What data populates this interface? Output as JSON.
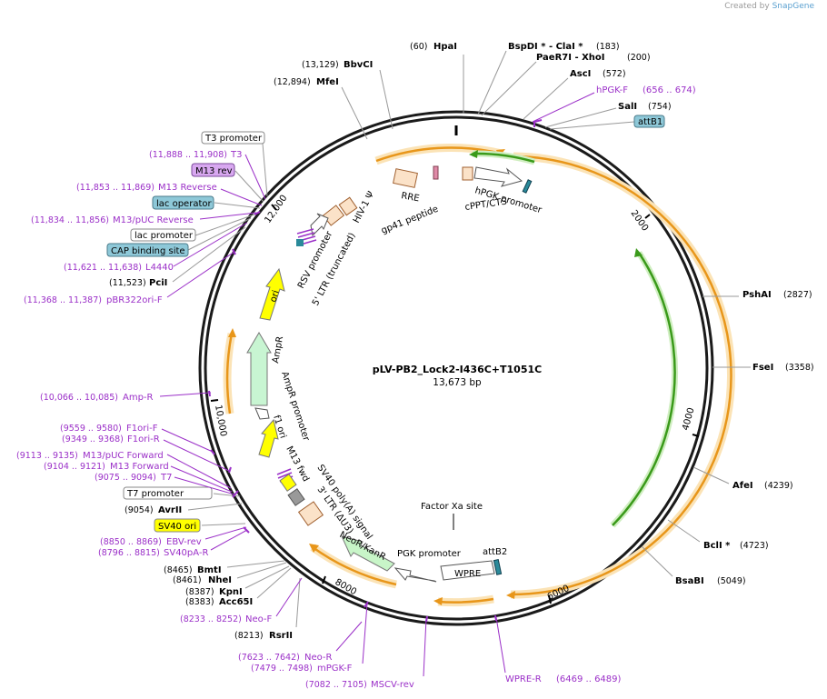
{
  "credit": {
    "prefix": "Created by",
    "brand": "SnapGene"
  },
  "plasmid": {
    "name": "pLV-PB2_Lock2-I436C+T1051C",
    "size": "13,673 bp"
  },
  "ticks": [
    "2000",
    "4000",
    "6000",
    "8000",
    "10,000",
    "12,000"
  ],
  "sites": [
    {
      "pos": "(60)",
      "name": "HpaI"
    },
    {
      "name": "BspDI * - ClaI *",
      "pos": "(183)"
    },
    {
      "name": "PaeR7I - XhoI",
      "pos": "(200)"
    },
    {
      "name": "AscI",
      "pos": "(572)"
    },
    {
      "name": "SalI",
      "pos": "(754)"
    },
    {
      "name": "PshAI",
      "pos": "(2827)"
    },
    {
      "name": "FseI",
      "pos": "(3358)"
    },
    {
      "name": "AfeI",
      "pos": "(4239)"
    },
    {
      "name": "BclI *",
      "pos": "(4723)"
    },
    {
      "name": "BsaBI",
      "pos": "(5049)"
    },
    {
      "pos": "(8213)",
      "name": "RsrII"
    },
    {
      "pos": "(8383)",
      "name": "Acc65I"
    },
    {
      "pos": "(8387)",
      "name": "KpnI"
    },
    {
      "pos": "(8461)",
      "name": "NheI"
    },
    {
      "pos": "(8465)",
      "name": "BmtI"
    },
    {
      "pos": "(9054)",
      "name": "AvrII"
    },
    {
      "pos": "(11,523)",
      "name": "PciI"
    },
    {
      "pos": "(12,894)",
      "name": "MfeI"
    },
    {
      "pos": "(13,129)",
      "name": "BbvCI"
    }
  ],
  "primers": [
    {
      "name": "hPGK-F",
      "pos": "(656 .. 674)"
    },
    {
      "name": "WPRE-R",
      "pos": "(6469 .. 6489)"
    },
    {
      "name": "MSCV-rev",
      "pos": "(7082 .. 7105)"
    },
    {
      "name": "mPGK-F",
      "pos": "(7479 .. 7498)"
    },
    {
      "name": "Neo-R",
      "pos": "(7623 .. 7642)"
    },
    {
      "name": "Neo-F",
      "pos": "(8233 .. 8252)"
    },
    {
      "name": "SV40pA-R",
      "pos": "(8796 .. 8815)"
    },
    {
      "name": "EBV-rev",
      "pos": "(8850 .. 8869)"
    },
    {
      "name": "T7",
      "pos": "(9075 .. 9094)"
    },
    {
      "name": "M13 Forward",
      "pos": "(9104 .. 9121)"
    },
    {
      "name": "M13/pUC Forward",
      "pos": "(9113 .. 9135)"
    },
    {
      "name": "F1ori-R",
      "pos": "(9349 .. 9368)"
    },
    {
      "name": "F1ori-F",
      "pos": "(9559 .. 9580)"
    },
    {
      "name": "Amp-R",
      "pos": "(10,066 .. 10,085)"
    },
    {
      "name": "pBR322ori-F",
      "pos": "(11,368 .. 11,387)"
    },
    {
      "name": "L4440",
      "pos": "(11,621 .. 11,638)"
    },
    {
      "name": "M13/pUC Reverse",
      "pos": "(11,834 .. 11,856)"
    },
    {
      "name": "M13 Reverse",
      "pos": "(11,853 .. 11,869)"
    },
    {
      "name": "T3",
      "pos": "(11,888 .. 11,908)"
    }
  ],
  "boxed": {
    "attB1": "attB1",
    "t3_promoter": "T3 promoter",
    "m13_rev": "M13 rev",
    "lac_operator": "lac operator",
    "lac_promoter": "lac promoter",
    "cap_binding_site": "CAP binding site",
    "t7_promoter": "T7 promoter",
    "sv40_ori": "SV40 ori"
  },
  "features": {
    "hiv_psi": "HIV-1 Ψ",
    "rre": "RRE",
    "gp41": "gp41 peptide",
    "hpgk_promoter": "hPGK promoter",
    "cppt": "cPPT/CTS",
    "rsv_promoter": "RSV promoter",
    "ltr5": "5' LTR (truncated)",
    "ori": "ori",
    "ampr": "AmpR",
    "ampr_promoter": "AmpR promoter",
    "f1_ori": "f1 ori",
    "m13_fwd": "M13 fwd",
    "sv40_polya": "SV40 poly(A) signal",
    "ltr3": "3' LTR (ΔU3)",
    "neor": "NeoR/KanR",
    "pgk_promoter": "PGK promoter",
    "wpre": "WPRE",
    "attb2": "attB2",
    "factor_xa": "Factor Xa site"
  },
  "colors": {
    "ring": "#1a1a1a",
    "orf": "#f0a020",
    "orf_glow": "#fbe3b6",
    "green": "#3a9a1a",
    "green_glow": "#cfeec0",
    "primer": "#9b30c8",
    "ori": "#ffff00",
    "ampr": "#c8f5d2",
    "neor": "#c8f5c8",
    "feature_tan": "#fbe2c8",
    "blue_box": "#8ec8d8",
    "lilac_box": "#d8a8f0"
  }
}
